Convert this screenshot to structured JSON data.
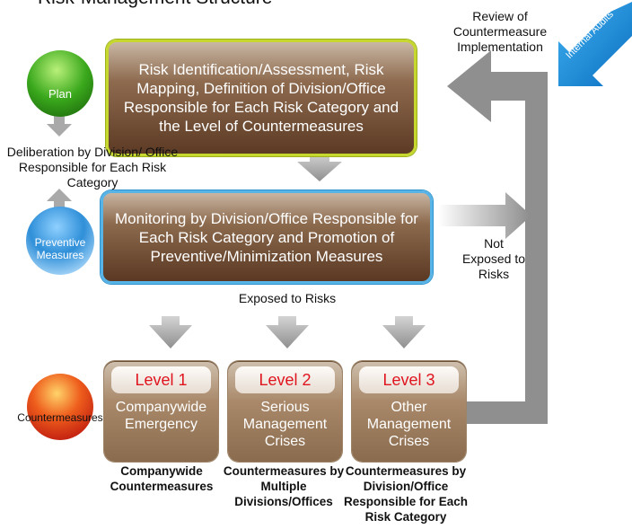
{
  "title": "Risk-Management Structure",
  "plan": {
    "label": "Plan",
    "box_text": "Risk Identification/Assessment, Risk Mapping, Definition of Division/Office Responsible for Each Risk Category and the Level of Countermeasures"
  },
  "deliberation_text": "Deliberation by Division/ Office Responsible for Each Risk Category",
  "preventive": {
    "label": "Preventive Measures",
    "box_text": "Monitoring by Division/Office Responsible for Each Risk Category and Promotion of Preventive/Minimization Measures"
  },
  "review_text": "Review of Countermeasure Implementation",
  "internal_audits": "Internal Audits",
  "not_exposed": "Not Exposed to Risks",
  "exposed": "Exposed to Risks",
  "countermeasures_label": "Countermeasures",
  "levels": [
    {
      "level": "Level 1",
      "name": "Companywide Emergency",
      "countermeasure": "Companywide Countermeasures"
    },
    {
      "level": "Level 2",
      "name": "Serious Management Crises",
      "countermeasure": "Countermeasures by Multiple Divisions/Offices"
    },
    {
      "level": "Level 3",
      "name": "Other Management Crises",
      "countermeasure": "Countermeasures by Division/Office Responsible for Each Risk Category"
    }
  ],
  "colors": {
    "plan_circle": "#3aa81c",
    "preventive_circle": "#2f8fd8",
    "countermeasures_circle": "#e2321a",
    "level_text": "#e0141e",
    "audit_arrow": "#1a8ed8",
    "gray_arrow": "#8e8e8e"
  }
}
